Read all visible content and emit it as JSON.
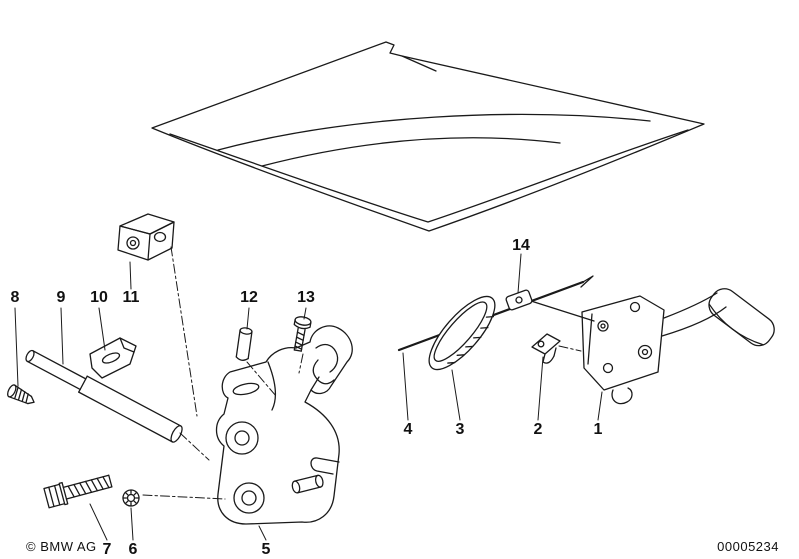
{
  "colors": {
    "ink": "#1a1a1a",
    "background": "#ffffff"
  },
  "part_labels": {
    "p1": "1",
    "p2": "2",
    "p3": "3",
    "p4": "4",
    "p5": "5",
    "p6": "6",
    "p7": "7",
    "p8": "8",
    "p9": "9",
    "p10": "10",
    "p11": "11",
    "p12": "12",
    "p13": "13",
    "p14": "14"
  },
  "footer": {
    "copyright": "© BMW AG",
    "document_number": "00005234"
  }
}
